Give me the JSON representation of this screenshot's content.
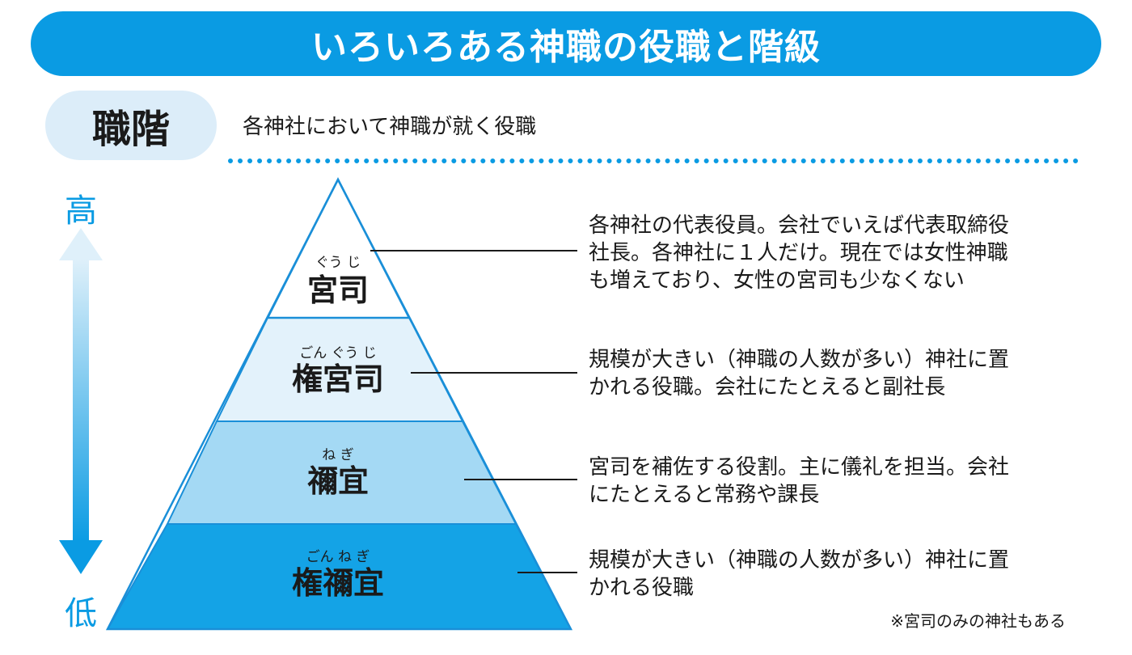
{
  "title": "いろいろある神職の役職と階級",
  "section_label": "職階",
  "section_description": "各神社において神職が就く役職",
  "axis": {
    "high": "高",
    "low": "低"
  },
  "ranks": [
    {
      "name": "宮司",
      "reading": "ぐう じ",
      "description": [
        "各神社の代表役員。会社でいえば代表取締役",
        "社長。各神社に１人だけ。現在では女性神職",
        "も増えており、女性の宮司も少なくない"
      ]
    },
    {
      "name": "権宮司",
      "reading": "ごん ぐう じ",
      "description": [
        "規模が大きい（神職の人数が多い）神社に置",
        "かれる役職。会社にたとえると副社長"
      ]
    },
    {
      "name": "禰宜",
      "reading": "ね ぎ",
      "description": [
        "宮司を補佐する役割。主に儀礼を担当。会社",
        "にたとえると常務や課長"
      ]
    },
    {
      "name": "権禰宜",
      "reading": "ごん ね ぎ",
      "description": [
        "規模が大きい（神職の人数が多い）神社に置",
        "かれる役職"
      ]
    }
  ],
  "footnote": "※宮司のみの神社もある",
  "colors": {
    "accent": "#0a9be3",
    "tier1": "#ffffff",
    "tier2": "#e3f2fb",
    "tier3": "#a4d9f4",
    "tier4": "#14a3e6",
    "stroke": "#1a8fd8"
  }
}
